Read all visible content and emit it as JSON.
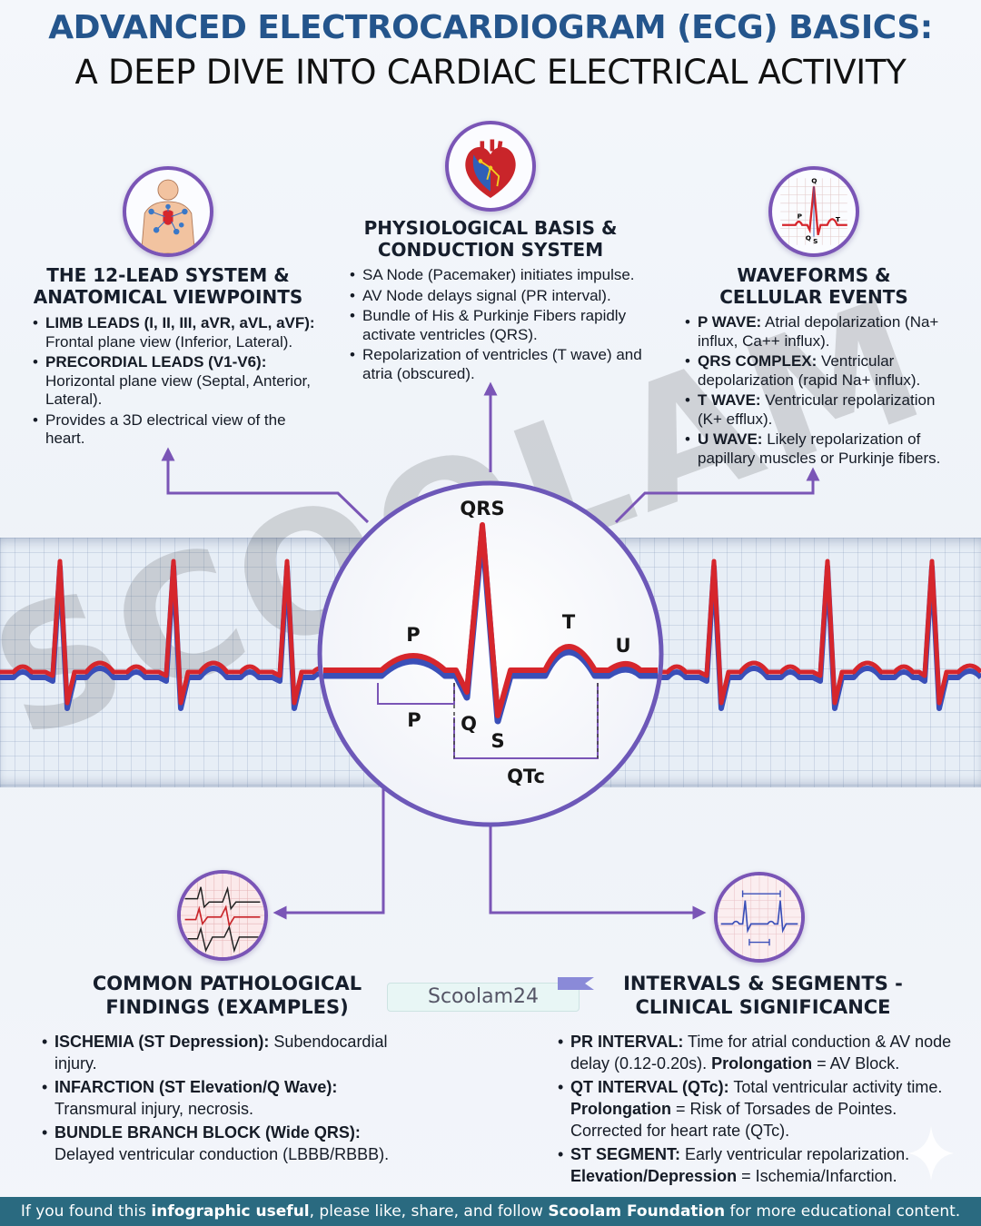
{
  "header": {
    "title_line1": "ADVANCED ELECTROCARDIOGRAM (ECG) BASICS:",
    "title_line2": "A DEEP DIVE INTO CARDIAC ELECTRICAL ACTIVITY"
  },
  "lead_system": {
    "title_line1": "THE 12-LEAD SYSTEM &",
    "title_line2": "ANATOMICAL VIEWPOINTS",
    "items": [
      {
        "bold": "LIMB LEADS (I, II, III, aVR, aVL, aVF):",
        "text": " Frontal plane view (Inferior, Lateral)."
      },
      {
        "bold": "PRECORDIAL LEADS (V1-V6):",
        "text": " Horizontal plane view (Septal, Anterior, Lateral)."
      },
      {
        "bold": "",
        "text": "Provides a 3D electrical view of the heart."
      }
    ]
  },
  "physiology": {
    "title_line1": "PHYSIOLOGICAL BASIS &",
    "title_line2": "CONDUCTION SYSTEM",
    "items": [
      {
        "bold": "",
        "text": "SA Node (Pacemaker) initiates impulse."
      },
      {
        "bold": "",
        "text": "AV Node delays signal (PR interval)."
      },
      {
        "bold": "",
        "text": "Bundle of His & Purkinje Fibers rapidly activate ventricles (QRS)."
      },
      {
        "bold": "",
        "text": "Repolarization of ventricles (T wave) and atria (obscured)."
      }
    ]
  },
  "waveforms": {
    "title_line1": "WAVEFORMS &",
    "title_line2": "CELLULAR EVENTS",
    "items": [
      {
        "bold": "P WAVE:",
        "text": " Atrial depolarization (Na+ influx, Ca++ influx)."
      },
      {
        "bold": "QRS COMPLEX:",
        "text": " Ventricular depolarization (rapid Na+ influx)."
      },
      {
        "bold": "T WAVE:",
        "text": " Ventricular repolarization (K+ efflux)."
      },
      {
        "bold": "U WAVE:",
        "text": " Likely repolarization of papillary muscles or Purkinje fibers."
      }
    ]
  },
  "ecg_labels": {
    "qrs": "QRS",
    "p": "P",
    "t": "T",
    "u": "U",
    "p_interval": "P",
    "q": "Q",
    "s": "S",
    "qtc": "QTc",
    "wave_icon_q": "Q",
    "wave_icon_p": "P",
    "wave_icon_t": "T",
    "wave_icon_q2": "Q",
    "wave_icon_s": "S"
  },
  "watermark": "SCOOLAM",
  "pathology": {
    "title_line1": "COMMON PATHOLOGICAL",
    "title_line2": "FINDINGS (EXAMPLES)",
    "items": [
      {
        "bold": "ISCHEMIA (ST Depression):",
        "text": " Subendocardial injury."
      },
      {
        "bold": "INFARCTION (ST Elevation/Q Wave):",
        "text": " Transmural injury, necrosis."
      },
      {
        "bold": "BUNDLE BRANCH BLOCK (Wide QRS):",
        "text": " Delayed ventricular conduction (LBBB/RBBB)."
      }
    ]
  },
  "badge": "Scoolam24",
  "intervals": {
    "title_line1": "INTERVALS & SEGMENTS -",
    "title_line2": "CLINICAL SIGNIFICANCE",
    "items": [
      {
        "parts": [
          {
            "b": "PR INTERVAL:",
            "t": " Time for atrial conduction & AV node delay (0.12-0.20s). "
          },
          {
            "b": "Prolongation",
            "t": " = AV Block."
          }
        ]
      },
      {
        "parts": [
          {
            "b": "QT INTERVAL (QTc):",
            "t": " Total ventricular activity time. "
          },
          {
            "b": "Prolongation",
            "t": " = Risk of Torsades de Pointes. Corrected for heart rate (QTc)."
          }
        ]
      },
      {
        "parts": [
          {
            "b": "ST SEGMENT:",
            "t": " Early ventricular repolarization. "
          },
          {
            "b": "Elevation/Depression",
            "t": " = Ischemia/Infarction."
          }
        ]
      }
    ]
  },
  "footer": {
    "pre": "If you found this ",
    "bold1": "infographic useful",
    "mid": ", please like, share, and follow ",
    "bold2": "Scoolam Foundation",
    "post": " for more educational content."
  },
  "colors": {
    "accent_purple": "#7a55b6",
    "ecg_red": "#d6262c",
    "ecg_blue": "#3a4fb8",
    "title_blue": "#24558c",
    "footer_bg": "#2a6a80"
  },
  "icons": [
    "torso-leads-icon",
    "heart-conduction-icon",
    "waveform-pqrst-icon",
    "pathology-ecg-icon",
    "interval-measure-icon",
    "sparkle-icon"
  ]
}
